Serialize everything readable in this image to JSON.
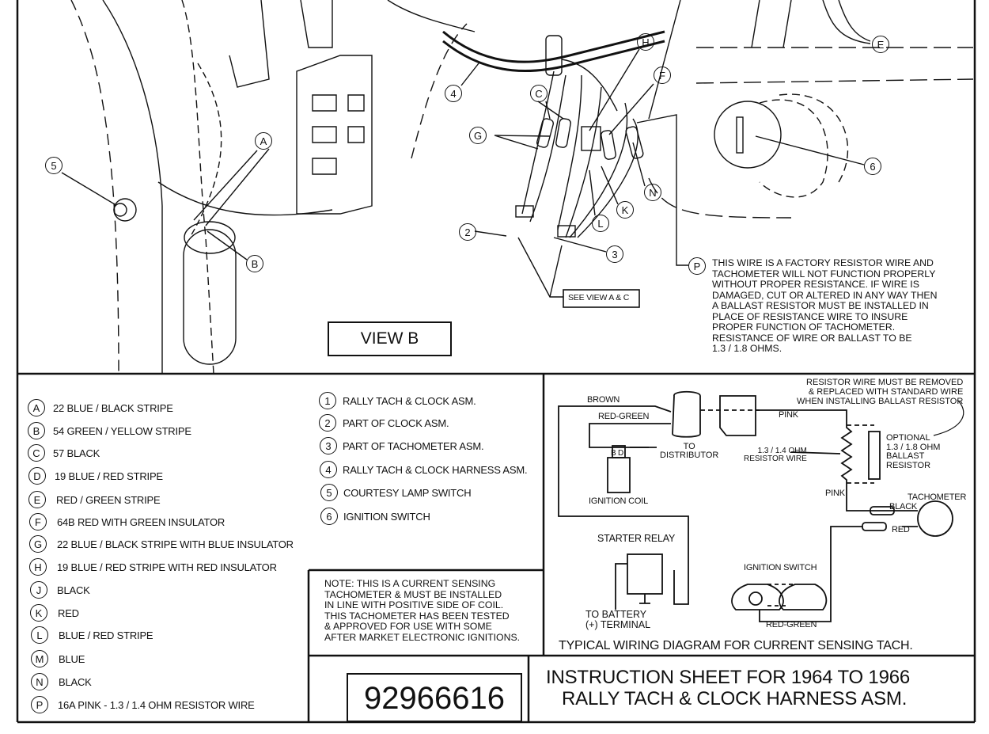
{
  "view_label": "VIEW B",
  "see_view_label": "SEE VIEW A & C",
  "callouts": {
    "a": "A",
    "b": "B",
    "c": "C",
    "e": "E",
    "f": "F",
    "g": "G",
    "h": "H",
    "k": "K",
    "l": "L",
    "n": "N",
    "p": "P",
    "n2": "2",
    "n3": "3",
    "n4": "4",
    "n5": "5",
    "n6": "6"
  },
  "p_note": "THIS WIRE IS A FACTORY RESISTOR WIRE AND\nTACHOMETER WILL NOT FUNCTION PROPERLY\nWITHOUT PROPER RESISTANCE. IF WIRE IS\nDAMAGED, CUT OR ALTERED IN ANY WAY THEN\nA BALLAST RESISTOR MUST BE INSTALLED IN\nPLACE OF RESISTANCE WIRE TO INSURE\nPROPER FUNCTION OF TACHOMETER.\nRESISTANCE OF WIRE OR BALLAST TO BE\n1.3 / 1.8 OHMS.",
  "wire_legend": [
    {
      "key": "A",
      "text": "22  BLUE / BLACK STRIPE"
    },
    {
      "key": "B",
      "text": "54  GREEN / YELLOW STRIPE"
    },
    {
      "key": "C",
      "text": "57  BLACK"
    },
    {
      "key": "D",
      "text": "19  BLUE / RED STRIPE"
    },
    {
      "key": "E",
      "text": "RED / GREEN STRIPE"
    },
    {
      "key": "F",
      "text": "64B  RED WITH GREEN INSULATOR"
    },
    {
      "key": "G",
      "text": "22  BLUE / BLACK STRIPE WITH BLUE INSULATOR"
    },
    {
      "key": "H",
      "text": "19  BLUE / RED STRIPE WITH RED INSULATOR"
    },
    {
      "key": "J",
      "text": "BLACK"
    },
    {
      "key": "K",
      "text": "RED"
    },
    {
      "key": "L",
      "text": "BLUE / RED STRIPE"
    },
    {
      "key": "M",
      "text": "BLUE"
    },
    {
      "key": "N",
      "text": "BLACK"
    },
    {
      "key": "P",
      "text": "16A  PINK - 1.3 / 1.4 OHM RESISTOR WIRE"
    }
  ],
  "parts_legend": [
    {
      "key": "1",
      "text": "RALLY TACH & CLOCK ASM."
    },
    {
      "key": "2",
      "text": "PART OF CLOCK ASM."
    },
    {
      "key": "3",
      "text": "PART OF TACHOMETER ASM."
    },
    {
      "key": "4",
      "text": "RALLY TACH & CLOCK HARNESS ASM."
    },
    {
      "key": "5",
      "text": "COURTESY LAMP SWITCH"
    },
    {
      "key": "6",
      "text": "IGNITION SWITCH"
    }
  ],
  "tach_note": "NOTE: THIS IS A CURRENT SENSING\nTACHOMETER & MUST BE INSTALLED\nIN LINE WITH POSITIVE SIDE OF COIL.\nTHIS TACHOMETER HAS BEEN TESTED\n& APPROVED FOR USE WITH SOME\nAFTER MARKET ELECTRONIC IGNITIONS.",
  "part_number": "92966616",
  "sheet_title_1": "INSTRUCTION SHEET FOR 1964 TO 1966",
  "sheet_title_2": "RALLY TACH & CLOCK HARNESS ASM.",
  "wiring": {
    "caption": "TYPICAL WIRING DIAGRAM FOR CURRENT SENSING TACH.",
    "resistor_note": "RESISTOR WIRE MUST BE REMOVED\n& REPLACED WITH STANDARD WIRE\nWHEN INSTALLING BALLAST RESISTOR",
    "brown": "BROWN",
    "red_green_top": "RED-GREEN",
    "pink_top": "PINK",
    "to_distributor": "TO\nDISTRIBUTOR",
    "coil_terms": "B D",
    "resistor_wire": "1.3 / 1.4 OHM\nRESISTOR WIRE",
    "ballast": "OPTIONAL\n1.3 / 1.8 OHM\nBALLAST\nRESISTOR",
    "ignition_coil": "IGNITION COIL",
    "pink_bottom": "PINK",
    "tachometer": "TACHOMETER",
    "black": "BLACK",
    "red": "RED",
    "starter_relay": "STARTER RELAY",
    "to_battery": "TO BATTERY\n(+) TERMINAL",
    "ignition_switch": "IGNITION SWITCH",
    "red_green_bottom": "RED-GREEN"
  }
}
